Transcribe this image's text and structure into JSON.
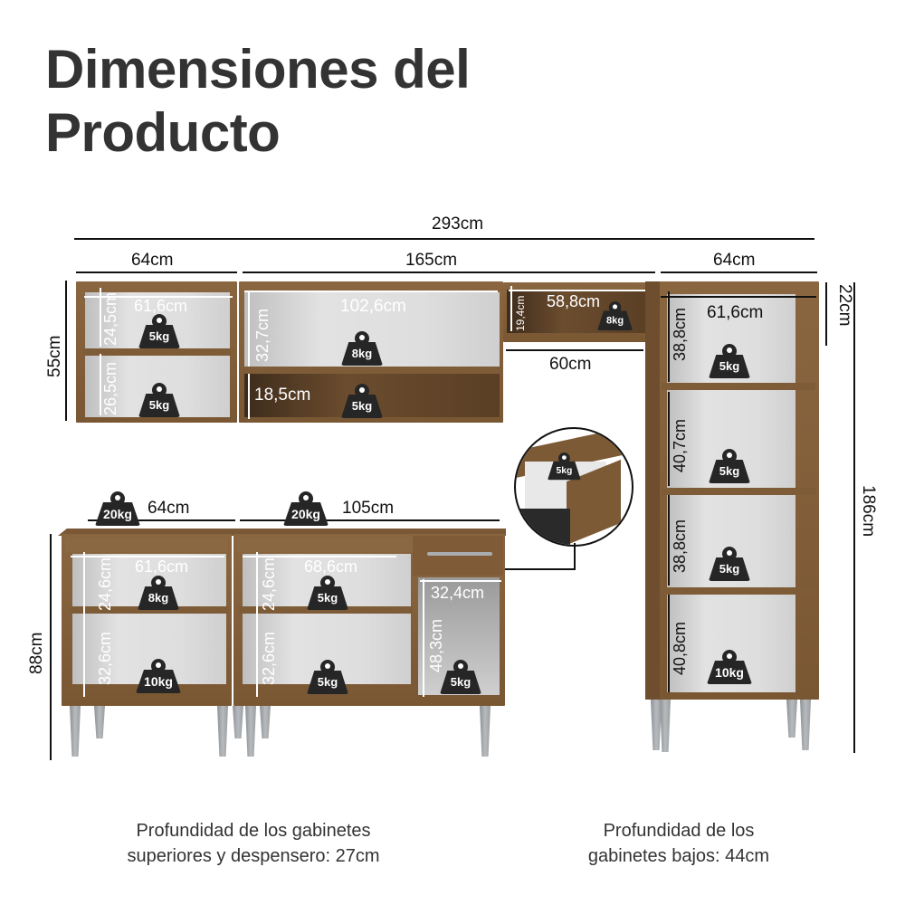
{
  "title": {
    "line1": "Dimensiones del",
    "line2": "Producto"
  },
  "overall": {
    "width": "293cm",
    "tall_height": "186cm"
  },
  "upper": {
    "left": {
      "width": "64cm",
      "height": "55cm",
      "inner_width": "61,6cm",
      "top_height": "24,5cm",
      "bottom_height": "26,5cm",
      "top_weight": "5kg",
      "bottom_weight": "5kg"
    },
    "middle": {
      "width": "165cm",
      "inner_width": "102,6cm",
      "top_height": "32,7cm",
      "bottom_height": "18,5cm",
      "top_weight": "8kg",
      "bottom_weight": "5kg"
    },
    "over_fridge": {
      "inner_width": "58,8cm",
      "height": "19,4cm",
      "weight": "8kg",
      "gap_width": "60cm"
    }
  },
  "tall": {
    "width": "64cm",
    "top_height": "22cm",
    "inner_width": "61,6cm",
    "shelves": [
      {
        "height": "38,8cm",
        "weight": "5kg"
      },
      {
        "height": "40,7cm",
        "weight": "5kg"
      },
      {
        "height": "38,8cm",
        "weight": "5kg"
      },
      {
        "height": "40,8cm",
        "weight": "10kg"
      }
    ]
  },
  "lower": {
    "height": "88cm",
    "left": {
      "width": "64cm",
      "top_weight": "20kg",
      "inner_width": "61,6cm",
      "top_height": "24,6cm",
      "bottom_height": "32,6cm",
      "upper_weight": "8kg",
      "lower_weight": "10kg"
    },
    "right": {
      "width": "105cm",
      "top_weight": "20kg",
      "inner_width": "68,6cm",
      "top_height": "24,6cm",
      "bottom_height": "32,6cm",
      "upper_weight": "5kg",
      "lower_weight": "5kg",
      "door_width": "32,4cm",
      "door_height": "48,3cm",
      "door_weight": "5kg"
    },
    "drawer_weight": "5kg"
  },
  "footer": {
    "upper_depth_line1": "Profundidad de los gabinetes",
    "upper_depth_line2": "superiores y despensero: 27cm",
    "lower_depth_line1": "Profundidad de los",
    "lower_depth_line2": "gabinetes bajos: 44cm"
  },
  "colors": {
    "wood": "#7d5a36",
    "text": "#333333",
    "weight_icon": "#262626",
    "leg": "#a4a8ab"
  }
}
